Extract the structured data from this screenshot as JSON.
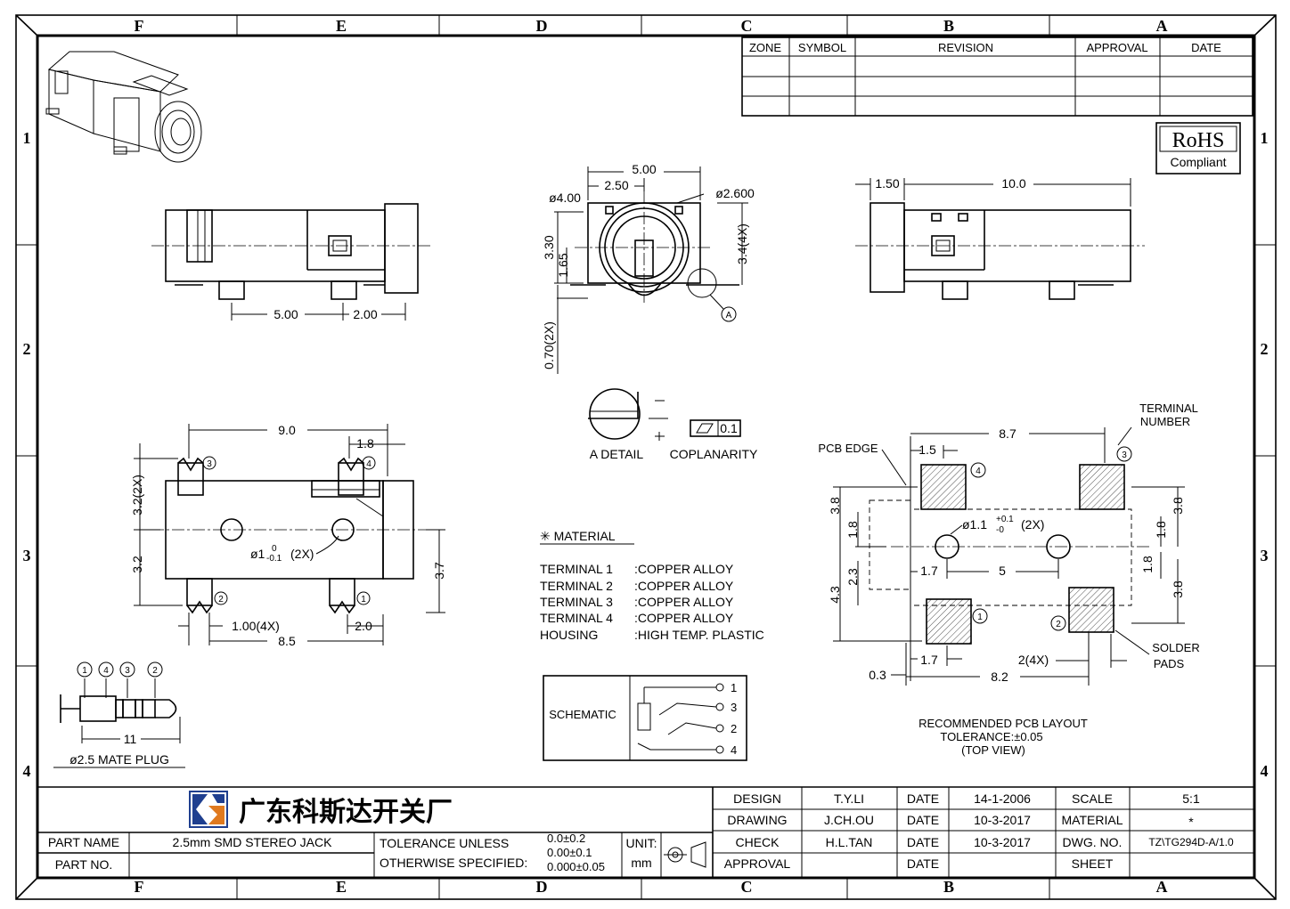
{
  "border": {
    "columns": [
      "F",
      "E",
      "D",
      "C",
      "B",
      "A"
    ],
    "rows": [
      "1",
      "2",
      "3",
      "4"
    ]
  },
  "revision_table": {
    "headers": [
      "ZONE",
      "SYMBOL",
      "REVISION",
      "APPROVAL",
      "DATE"
    ]
  },
  "rohs": {
    "line1": "RoHS",
    "line2": "Compliant"
  },
  "dims": {
    "side_5_00": "5.00",
    "side_2_00": "2.00",
    "front_5_00": "5.00",
    "front_2_50": "2.50",
    "front_d4": "ø4.00",
    "front_d2600": "ø2.600",
    "front_3_30": "3.30",
    "front_1_65": "1.65",
    "front_3_4": "3.4(4X)",
    "front_0_70": "0.70(2X)",
    "detail_a": "A",
    "right_1_50": "1.50",
    "right_10_0": "10.0",
    "top_9_0": "9.0",
    "top_1_8": "1.8",
    "top_3_2_2x": "3.2(2X)",
    "top_3_2": "3.2",
    "top_hole": "ø1",
    "top_hole_tol_up": "0",
    "top_hole_tol_dn": "-0.1",
    "top_hole_qty": "(2X)",
    "top_3_7": "3.7",
    "top_1_00": "1.00(4X)",
    "top_2_0": "2.0",
    "top_8_5": "8.5",
    "pcb_8_7": "8.7",
    "pcb_1_5": "1.5",
    "pcb_edge": "PCB EDGE",
    "pcb_terminal": "TERMINAL",
    "pcb_number": "NUMBER",
    "pcb_3_8a": "3.8",
    "pcb_1_8a": "1.8",
    "pcb_2_3": "2.3",
    "pcb_4_3": "4.3",
    "pcb_hole": "ø1.1",
    "pcb_hole_up": "+0.1",
    "pcb_hole_dn": "-0",
    "pcb_hole_qty": "(2X)",
    "pcb_1_7a": "1.7",
    "pcb_5": "5",
    "pcb_3_8b": "3.8",
    "pcb_1_8b": "1.8",
    "pcb_1_8c": "1.8",
    "pcb_3_8c": "3.8",
    "pcb_1_7b": "1.7",
    "pcb_2_4x": "2(4X)",
    "pcb_0_3": "0.3",
    "pcb_8_2": "8.2",
    "pcb_solder": "SOLDER",
    "pcb_pads": "PADS"
  },
  "detail": {
    "label": "A DETAIL",
    "coplanarity": "COPLANARITY",
    "value": "0.1"
  },
  "terminal_numbers": [
    "1",
    "2",
    "3",
    "4"
  ],
  "plug": {
    "dim": "11",
    "label": "ø2.5 MATE PLUG"
  },
  "material": {
    "title": "✳ MATERIAL",
    "rows": [
      {
        "name": "TERMINAL 1",
        "value": ":COPPER ALLOY"
      },
      {
        "name": "TERMINAL 2",
        "value": ":COPPER ALLOY"
      },
      {
        "name": "TERMINAL 3",
        "value": ":COPPER ALLOY"
      },
      {
        "name": "TERMINAL 4",
        "value": ":COPPER ALLOY"
      },
      {
        "name": "HOUSING",
        "value": ":HIGH TEMP. PLASTIC"
      }
    ]
  },
  "schematic": {
    "label": "SCHEMATIC",
    "pins": [
      "1",
      "3",
      "2",
      "4"
    ]
  },
  "pcb_layout": {
    "line1": "RECOMMENDED PCB LAYOUT",
    "line2": "TOLERANCE:±0.05",
    "line3": "(TOP VIEW)"
  },
  "title_block": {
    "company": "广东科斯达开关厂",
    "part_name_label": "PART NAME",
    "part_name": "2.5mm SMD STEREO JACK",
    "part_no_label": "PART NO.",
    "part_no": "",
    "tol_line1": "TOLERANCE UNLESS",
    "tol_line2": "OTHERWISE SPECIFIED:",
    "tol_v1": "0.0±0.2",
    "tol_v2": "0.00±0.1",
    "tol_v3": "0.000±0.05",
    "unit_label": "UNIT:",
    "unit": "mm",
    "rows": [
      {
        "role": "DESIGN",
        "name": "T.Y.LI",
        "date_label": "DATE",
        "date": "14-1-2006",
        "key": "SCALE",
        "value": "5:1"
      },
      {
        "role": "DRAWING",
        "name": "J.CH.OU",
        "date_label": "DATE",
        "date": "10-3-2017",
        "key": "MATERIAL",
        "value": "*"
      },
      {
        "role": "CHECK",
        "name": "H.L.TAN",
        "date_label": "DATE",
        "date": "10-3-2017",
        "key": "DWG. NO.",
        "value": "TZ\\TG294D-A/1.0"
      },
      {
        "role": "APPROVAL",
        "name": "",
        "date_label": "DATE",
        "date": "",
        "key": "SHEET",
        "value": ""
      }
    ]
  }
}
